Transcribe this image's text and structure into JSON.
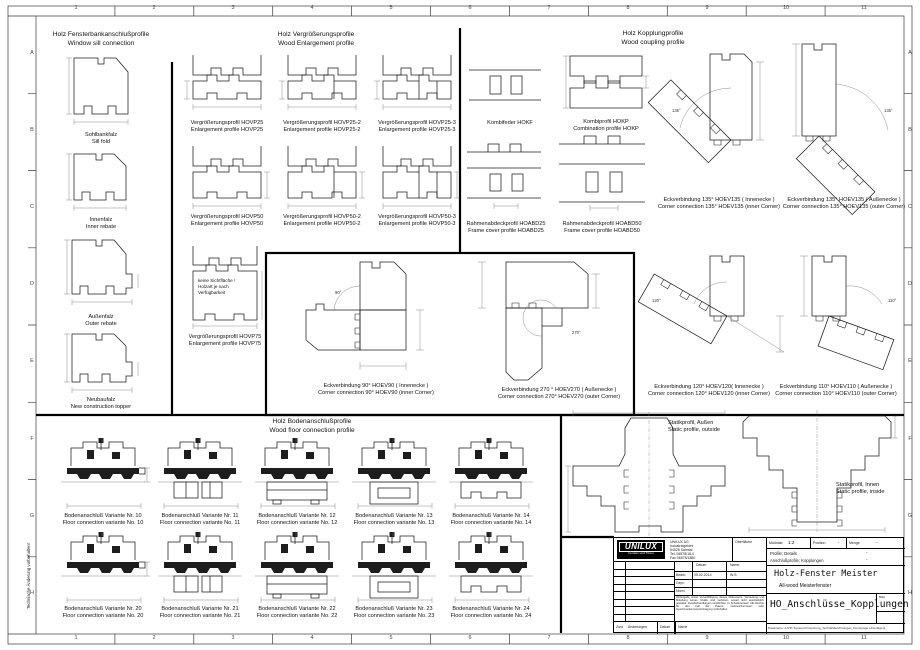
{
  "frame": {
    "cols": [
      "1",
      "2",
      "3",
      "4",
      "5",
      "6",
      "7",
      "8",
      "9",
      "10",
      "11"
    ],
    "rows": [
      "A",
      "B",
      "C",
      "D",
      "E",
      "F",
      "G",
      "H"
    ],
    "side_note": "Technische Änderung vorbehalten!"
  },
  "sill": {
    "title_de": "Holz Fensterbankanschlußprofile",
    "title_en": "Window sill connection",
    "items": [
      {
        "de": "Sohlbankfalz",
        "en": "Sill fold"
      },
      {
        "de": "Innenfalz",
        "en": "Inner rebate"
      },
      {
        "de": "Außenfalz",
        "en": "Outer rebate"
      },
      {
        "de": "Neubaufalz",
        "en": "New construction topper"
      }
    ]
  },
  "enlargement": {
    "title_de": "Holz Vergrößerungsprofile",
    "title_en": "Wood Enlargement profile",
    "note_l1": "keine Sichtfläche !",
    "note_l2": "Holzart je nach",
    "note_l3": "Verfügbarkeit",
    "items": [
      {
        "de": "Vergrößerungsprofil HOVP25",
        "en": "Enlargement profile HOVP25"
      },
      {
        "de": "Vergrößerungsprofil HOVP25-2",
        "en": "Enlargement profile HOVP25-2"
      },
      {
        "de": "Vergrößerungsprofil HOVP25-3",
        "en": "Enlargement profile HOVP25-3"
      },
      {
        "de": "Vergrößerungsprofil HOVP50",
        "en": "Enlargement profile HOVP50"
      },
      {
        "de": "Vergrößerungsprofil HOVP50-2",
        "en": "Enlargement profile HOVP50-2"
      },
      {
        "de": "Vergrößerungsprofil HOVP50-3",
        "en": "Enlargement profile HOVP50-3"
      },
      {
        "de": "Vergrößerungsprofil HOVP75",
        "en": "Enlargement profile HOVP75"
      }
    ]
  },
  "coupling": {
    "title_de": "Holz Kopplungprofile",
    "title_en": "Wood coupling profile",
    "kombifeder_de": "Kombifeder HOKF",
    "kombiprofil_de": "Kombiprofil HOKP",
    "kombiprofil_en": "Combination profile HOKP",
    "abd25_de": "Rahmenabdeckprofil HOABD25",
    "abd25_en": "Frame cover profile HOABD25",
    "abd50_de": "Rahmenabdeckprofil HOABD50",
    "abd50_en": "Frame cover profile HOABD50"
  },
  "corners": {
    "c135i": {
      "de": "Eckverbindung 135° HOEV135 ( Innenecke )",
      "en": "Corner connection 135° HOEV135 (inner Corner)",
      "angle": "135°"
    },
    "c135a": {
      "de": "Eckverbindung 135° HOEV135 ( Außenecke )",
      "en": "Corner connection 135° HOEV135 (outer Corner)",
      "angle": "135°"
    },
    "c90": {
      "de": "Eckverbindung 90° HOEV90 ( Innenecke )",
      "en": "Corner connection 90° HOEV90 (inner Corner)",
      "angle": "90°"
    },
    "c270": {
      "de": "Eckverbindung 270 ° HOEV270 ( Außenecke )",
      "en": "Corner connection 270° HOEV270 (outer Corner)",
      "angle": "270°"
    },
    "c120": {
      "de": "Eckverbindung 120° HOEV120( Innenecke )",
      "en": "Corner connection 120° HOEV120 (inner Corner)",
      "angle": "120°"
    },
    "c110": {
      "de": "Eckverbindung 110° HOEV110 ( Außenecke )",
      "en": "Corner connection 110° HOEV110 (outer Corner)",
      "angle": "110°"
    }
  },
  "floor": {
    "title_de": "Holz Bodenanschlußprofile",
    "title_en": "Wood floor connection profile",
    "row1": [
      {
        "de": "Bodenanschluß Variante Nr. 10",
        "en": "Floor connection variante No. 10"
      },
      {
        "de": "Bodenanschluß Variante Nr. 11",
        "en": "Floor connection variante No. 11"
      },
      {
        "de": "Bodenanschluß Variante Nr. 12",
        "en": "Floor connection variante No. 12"
      },
      {
        "de": "Bodenanschluß Variante Nr. 13",
        "en": "Floor connection variante No. 13"
      },
      {
        "de": "Bodenanschluß Variante Nr. 14",
        "en": "Floor connection variante No. 14"
      }
    ],
    "row2": [
      {
        "de": "Bodenanschluß Variante Nr. 20",
        "en": "Floor connection variante No. 20"
      },
      {
        "de": "Bodenanschluß Variante Nr. 21",
        "en": "Floor connection variante No. 21"
      },
      {
        "de": "Bodenanschluß Variante Nr. 22",
        "en": "Floor connection variante No. 22"
      },
      {
        "de": "Bodenanschluß Variante Nr. 23",
        "en": "Floor connection variante No. 23"
      },
      {
        "de": "Bodenanschluß Variante Nr. 24",
        "en": "Floor connection variante No. 24"
      }
    ]
  },
  "statik": {
    "aussen_de": "Statikprofil, Außen",
    "aussen_en": "Static profile, outside",
    "innen_de": "Statikprofil, Innen",
    "innen_en": "Static profile, inside"
  },
  "titleblock": {
    "logo_text": "UNILUX",
    "logo_sub": "Fenster und Türen",
    "company_1": "UNILUX AG",
    "company_2": "Industriegebiet",
    "company_3": "54528 Salmtal",
    "company_4": "Tel. 06578/18-0",
    "company_5": "Fax 06578/1880",
    "oberflaeche": "Oberfläche",
    "col_datum": "Datum",
    "col_name": "Name",
    "row_bearb": "Bearb.",
    "bearb_datum": "05.02.2014",
    "bearb_name": "W.S.",
    "row_gepr": "Gepr.",
    "row_norm": "Norm",
    "legal": "Weitergabe sowie Vervielfältigung dieses Dokuments, Verwertung und Mitteilung seines Inhalts sind verboten, soweit nicht ausdrücklich gestattet. Zuwiderhandlungen verpflichten zu Schadenersatz. Alle Rechte für den Fall der Patent-, Gebrauchsmuster- oder Geschmacksmustereintragung vorbehalten.",
    "massstab_label": "Maßstab",
    "massstab": "1:2",
    "position_label": "Position",
    "position_val": "-",
    "menge_label": "Menge",
    "menge_val": "-",
    "doc_line1": "Profile; Details",
    "doc_line2": "Anschlußprofile; Kopplungen",
    "doc_dash1": "-",
    "doc_dash2": "-",
    "product": "Holz-Fenster Meister",
    "product_sub": "All-wood Meisterfenster",
    "drawing": "HO_Anschlüsse_Kopplungen",
    "blatt_label": "Blatt",
    "blatt_val": "-",
    "file_line": "Dateiname: A:\\HK-System\\Umsetzung_Technik\\Zeichnungen_Homepage-Unterlagen\\",
    "zust": "Zust",
    "aenderungen": "Änderungen",
    "f_datum": "Datum",
    "f_name": "Name"
  }
}
